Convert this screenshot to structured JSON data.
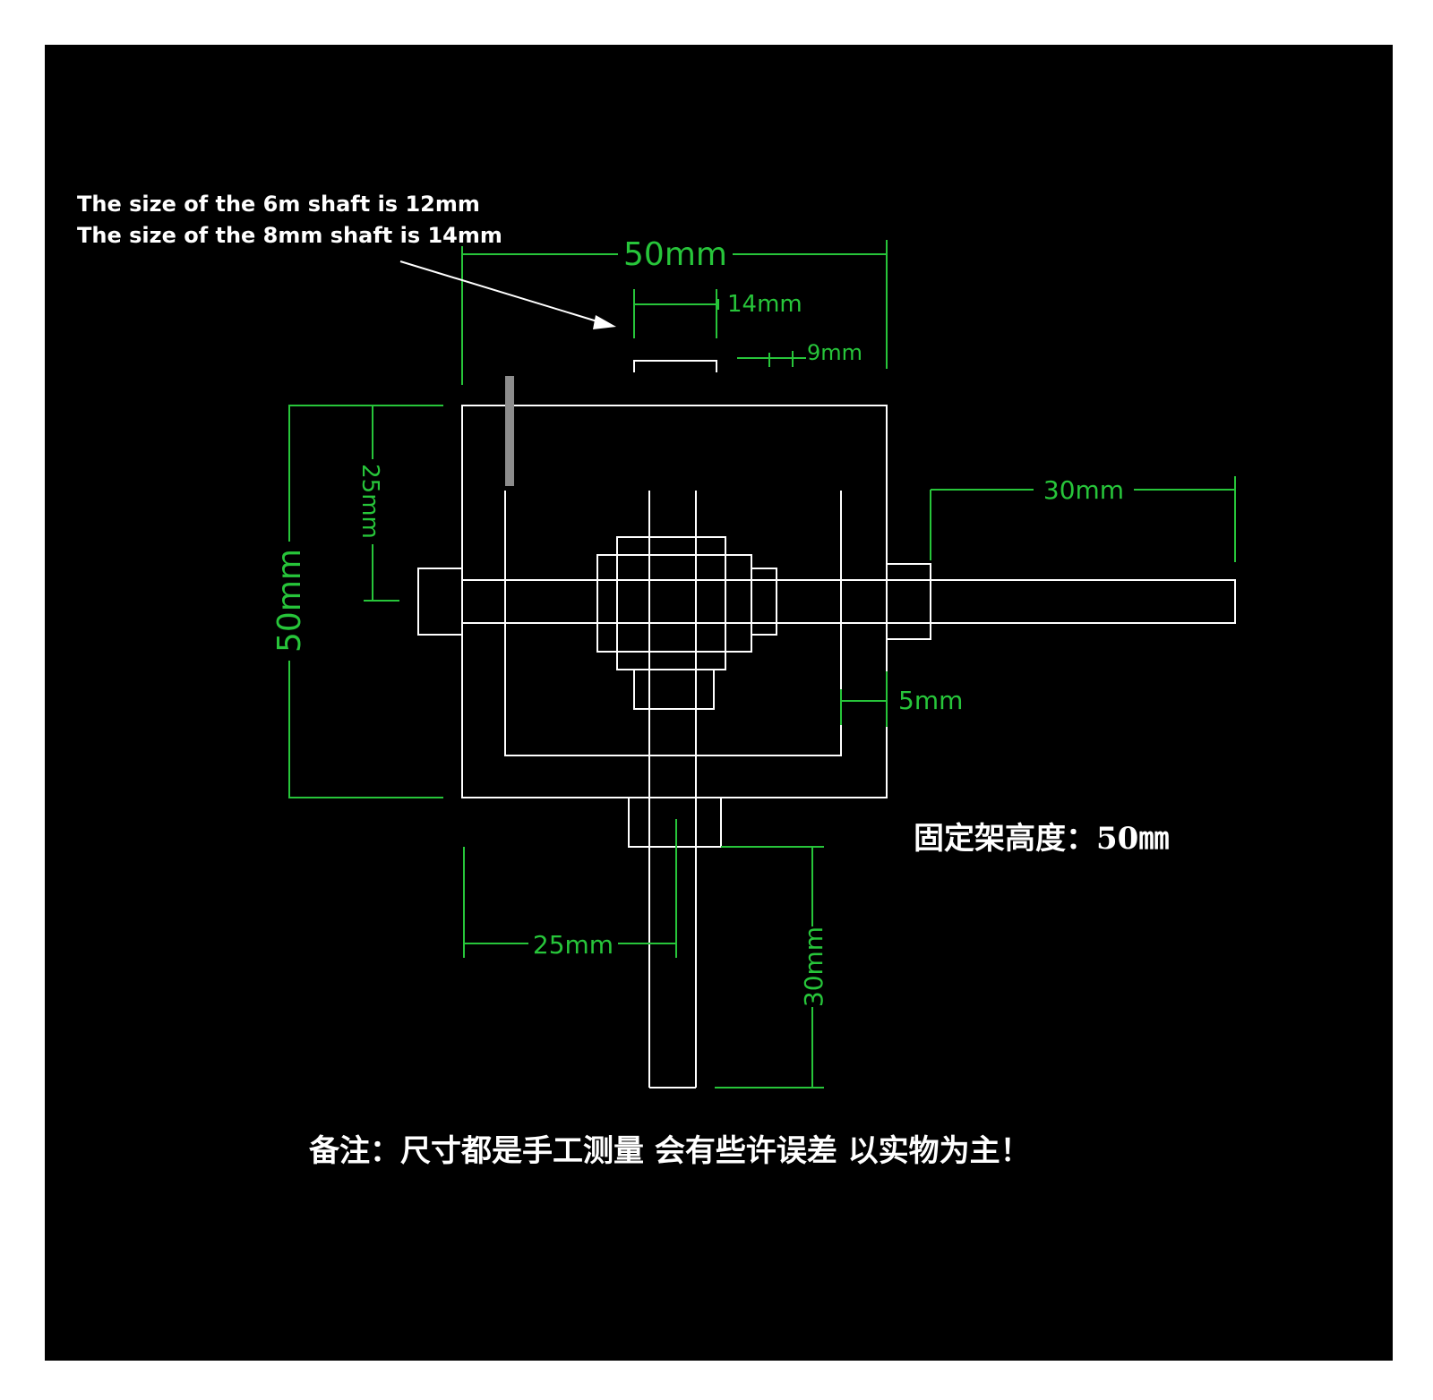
{
  "notes": {
    "shaft_6m": "The size of the 6m shaft is 12mm",
    "shaft_8mm": "The size of the 8mm shaft is 14mm"
  },
  "dimensions": {
    "top_width": "50mm",
    "shaft_width": "14mm",
    "inner_offset": "9mm",
    "left_height": "50mm",
    "inner_height": "25mm",
    "right_shaft_length": "30mm",
    "wall_thickness": "5mm",
    "bottom_offset": "25mm",
    "bottom_shaft_length": "30mm"
  },
  "captions": {
    "bracket_height": "固定架高度：50㎜",
    "remark": "备注：尺寸都是手工测量 会有些许误差 以实物为主！"
  },
  "colors": {
    "background": "#000000",
    "outline": "#ffffff",
    "dimension": "#27c53a"
  }
}
